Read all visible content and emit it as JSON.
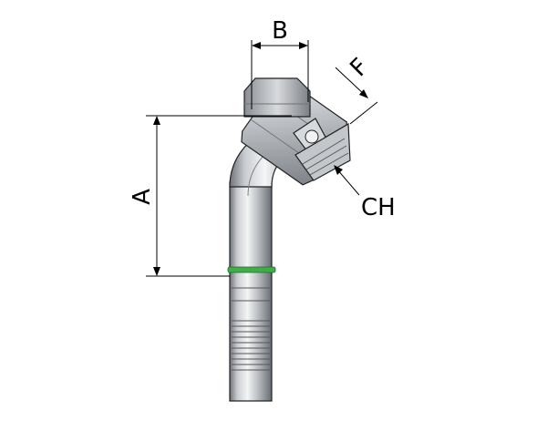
{
  "dimensions": {
    "a_label": "A",
    "b_label": "B",
    "f_label": "F",
    "ch_label": "CH"
  },
  "colors": {
    "metal_dark": "#6f747a",
    "metal_mid": "#b9bdc2",
    "metal_light": "#f2f3f4",
    "ring": "#3fae49",
    "outline": "#222222"
  }
}
